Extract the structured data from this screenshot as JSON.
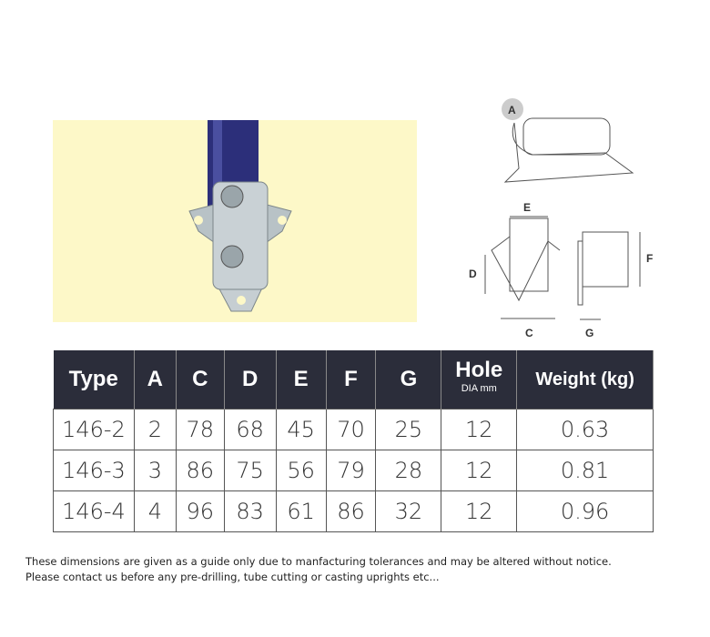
{
  "table": {
    "headers": [
      "Type",
      "A",
      "C",
      "D",
      "E",
      "F",
      "G",
      "Hole",
      "Weight (kg)"
    ],
    "hole_sub": "DIA mm",
    "rows": [
      [
        "146-2",
        "2",
        "78",
        "68",
        "45",
        "70",
        "25",
        "12",
        "0.63"
      ],
      [
        "146-3",
        "3",
        "86",
        "75",
        "56",
        "79",
        "28",
        "12",
        "0.81"
      ],
      [
        "146-4",
        "4",
        "96",
        "83",
        "61",
        "86",
        "32",
        "12",
        "0.96"
      ]
    ]
  },
  "diagram": {
    "labels": {
      "a": "A",
      "c": "C",
      "d": "D",
      "e": "E",
      "f": "F",
      "g": "G"
    }
  },
  "note": {
    "line1": "These dimensions are given as a guide only due to manfacturing tolerances and may be altered without notice.",
    "line2": "Please contact us before any pre-drilling, tube cutting or casting uprights etc..."
  }
}
